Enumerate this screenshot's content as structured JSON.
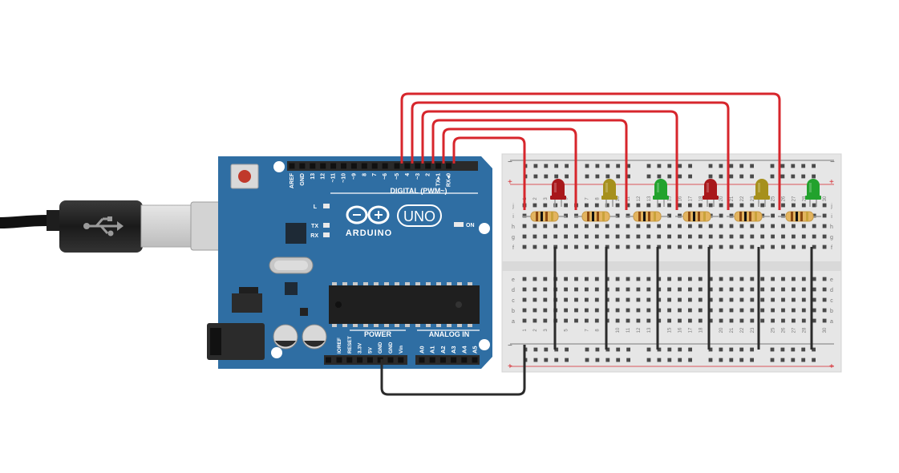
{
  "arduino": {
    "brand": "ARDUINO",
    "model": "UNO",
    "digital_header_label": "DIGITAL (PWM~)",
    "digital_pins": [
      "AREF",
      "GND",
      "13",
      "12",
      "~11",
      "~10",
      "~9",
      "8",
      "7",
      "~6",
      "~5",
      "4",
      "~3",
      "2",
      "TX▸1",
      "RX◂0"
    ],
    "power_header_label": "POWER",
    "analog_header_label": "ANALOG IN",
    "power_pins": [
      "IOREF",
      "RESET",
      "3.3V",
      "5V",
      "GND",
      "GND",
      "Vin"
    ],
    "analog_pins": [
      "A0",
      "A1",
      "A2",
      "A3",
      "A4",
      "A5"
    ],
    "led_labels": {
      "l": "L",
      "tx": "TX",
      "rx": "RX",
      "on": "ON"
    },
    "board_color": "#2f6ea3"
  },
  "breadboard": {
    "column_numbers": [
      "1",
      "2",
      "3",
      "5",
      "7",
      "8",
      "10",
      "11",
      "12",
      "13",
      "15",
      "16",
      "17",
      "18",
      "20",
      "21",
      "22",
      "23",
      "25",
      "26",
      "27",
      "28",
      "30"
    ],
    "top_row_letters": [
      "j",
      "i",
      "h",
      "g",
      "f"
    ],
    "bottom_row_letters": [
      "e",
      "d",
      "c",
      "b",
      "a"
    ],
    "rail_minus": "−",
    "rail_plus": "+"
  },
  "leds": [
    {
      "color": "red",
      "hex": "#a8181b"
    },
    {
      "color": "yellow",
      "hex": "#a6901c"
    },
    {
      "color": "green",
      "hex": "#22a22d"
    },
    {
      "color": "red",
      "hex": "#a8181b"
    },
    {
      "color": "yellow",
      "hex": "#a6901c"
    },
    {
      "color": "green",
      "hex": "#22a22d"
    }
  ],
  "wire_colors": {
    "signal": "#d7262c",
    "ground": "#2b2b2b"
  },
  "icons": {
    "usb": "usb-icon",
    "arduino_logo": "arduino-infinity-logo"
  }
}
